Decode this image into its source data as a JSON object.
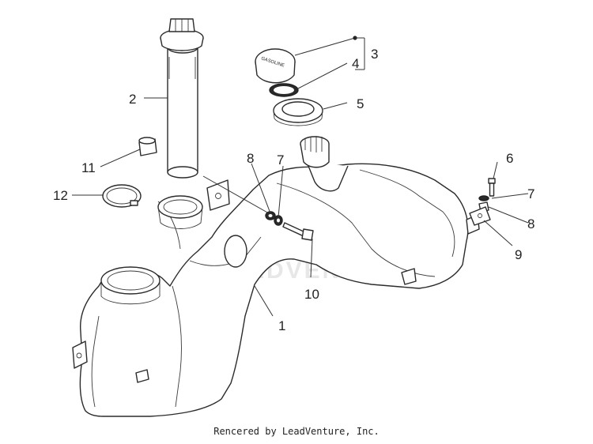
{
  "diagram": {
    "callouts": {
      "c1": "1",
      "c2": "2",
      "c3": "3",
      "c4": "4",
      "c5": "5",
      "c6": "6",
      "c7a": "7",
      "c7b": "7",
      "c8a": "8",
      "c8b": "8",
      "c9": "9",
      "c10": "10",
      "c11": "11",
      "c12": "12"
    },
    "cap_text": "GASOLINE",
    "watermark": "LEADVENTURE"
  },
  "footer": {
    "credit": "Rencered by LeadVenture, Inc."
  }
}
